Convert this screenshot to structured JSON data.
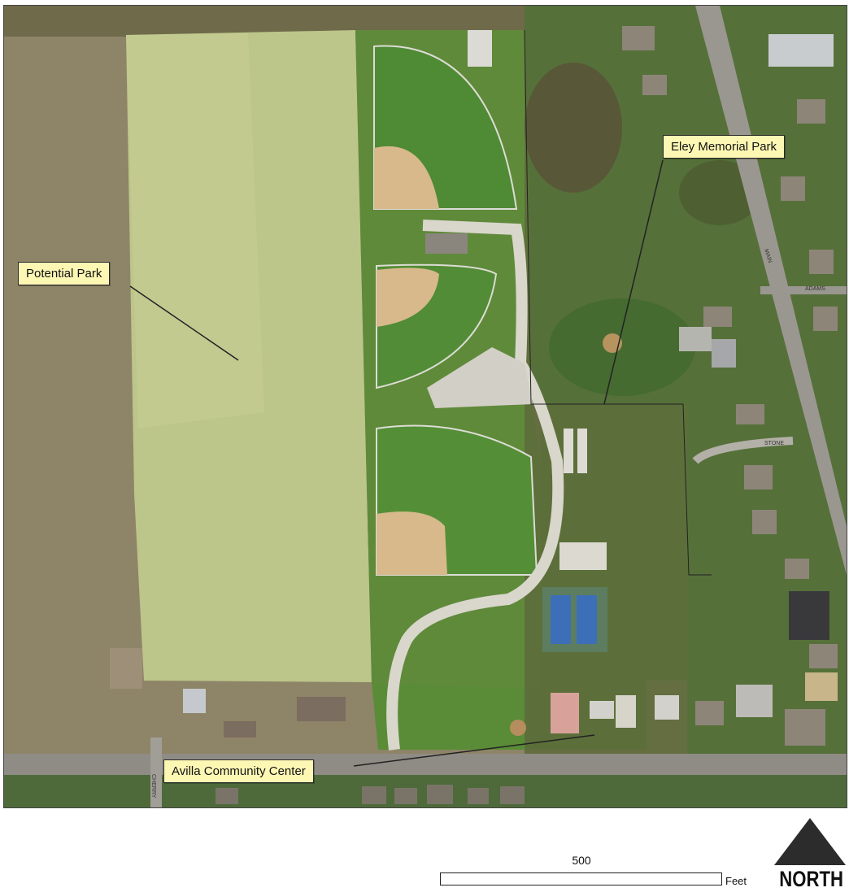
{
  "labels": {
    "potential_park": "Potential Park",
    "eley_memorial_park": "Eley Memorial Park",
    "avilla_community_center": "Avilla Community Center"
  },
  "streets": {
    "main": "MAIN",
    "adams": "ADAMS",
    "stone": "STONE",
    "cherry": "CHERRY"
  },
  "scale": {
    "value": "500",
    "unit": "Feet"
  },
  "north": {
    "label": "NORTH"
  },
  "colors": {
    "callout_fill": "#fdf7b4",
    "field_light": "#bcc58a",
    "field_dark": "#8f8468",
    "grass": "#5e8f3c",
    "infield": "#d7b98c",
    "court": "#3d6fb8",
    "path": "#d9d6cc"
  }
}
